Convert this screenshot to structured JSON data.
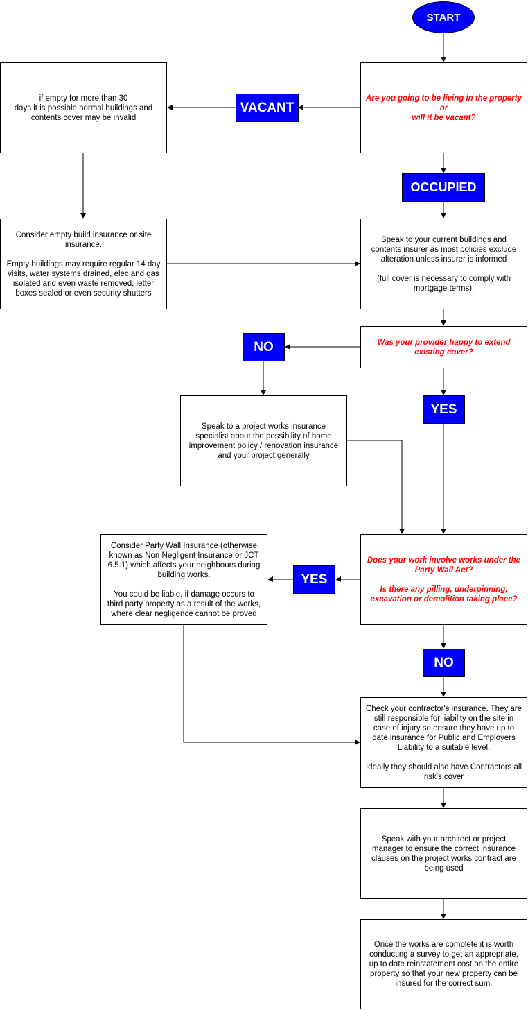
{
  "start": {
    "label": "START"
  },
  "decision_tags": {
    "vacant": "VACANT",
    "occupied": "OCCUPIED",
    "provider_no": "NO",
    "provider_yes": "YES",
    "party_wall_yes": "YES",
    "party_wall_no": "NO"
  },
  "boxes": {
    "living_question": {
      "lines": [
        "Are you going to be living in the property or",
        "will it be vacant?"
      ]
    },
    "empty_warning": {
      "lines": [
        "if empty for more than 30",
        "days it is possible normal buildings and",
        "contents cover may be invalid"
      ]
    },
    "empty_insurance": {
      "p1": [
        "Consider empty build insurance or site",
        "insurance."
      ],
      "p2": [
        "Empty buildings may require regular 14 day",
        "visits, water systems drained, elec and gas",
        "isolated and even waste removed, letter",
        "boxes sealed or even security shutters"
      ]
    },
    "speak_insurer": {
      "p1": [
        "Speak to your current buildings and",
        "contents insurer as most policies exclude",
        "alteration unless insurer is informed"
      ],
      "p2": [
        "(full cover is necessary to comply with",
        "mortgage terms)."
      ]
    },
    "provider_question": {
      "lines": [
        "Was your provider happy to extend",
        "existing cover?"
      ]
    },
    "project_specialist": {
      "lines": [
        "Speak to a project works insurance",
        "specialist about the possibility of home",
        "improvement policy / renovation insurance",
        "and your project generally"
      ]
    },
    "party_wall_question": {
      "p1": [
        "Does your work involve works under the",
        "Party Wall Act?"
      ],
      "p2": [
        "Is there any pilling, underpinning,",
        "excavation or demolition taking place?"
      ]
    },
    "party_wall_insurance": {
      "p1": [
        "Consider Party Wall Insurance (otherwise",
        "known as Non Negligent Insurance or JCT",
        "6.5.1) which affects your neighbours during",
        "building works."
      ],
      "p2": [
        "You could be liable, if damage occurs to",
        "third party property as a result of the works,",
        "where clear negligence cannot be proved"
      ]
    },
    "contractor_insurance": {
      "p1": [
        "Check your contractor's insurance. They are",
        "still responsible for liability on the site in",
        "case of injury so ensure they have up to",
        "date insurance for Public and Employers",
        "Liability to a suitable level."
      ],
      "p2": [
        "Ideally they should also have Contractors all",
        "risk's cover"
      ]
    },
    "architect": {
      "lines": [
        "Speak with your architect or project",
        "manager to ensure the correct insurance",
        "clauses on the project works contract are",
        "being used"
      ]
    },
    "survey": {
      "lines": [
        "Once the works are complete it is worth",
        "conducting a survey to get an appropriate,",
        "up to date reinstatement cost on the entire",
        "property so that your new property can be",
        "insured for the correct sum."
      ]
    }
  }
}
